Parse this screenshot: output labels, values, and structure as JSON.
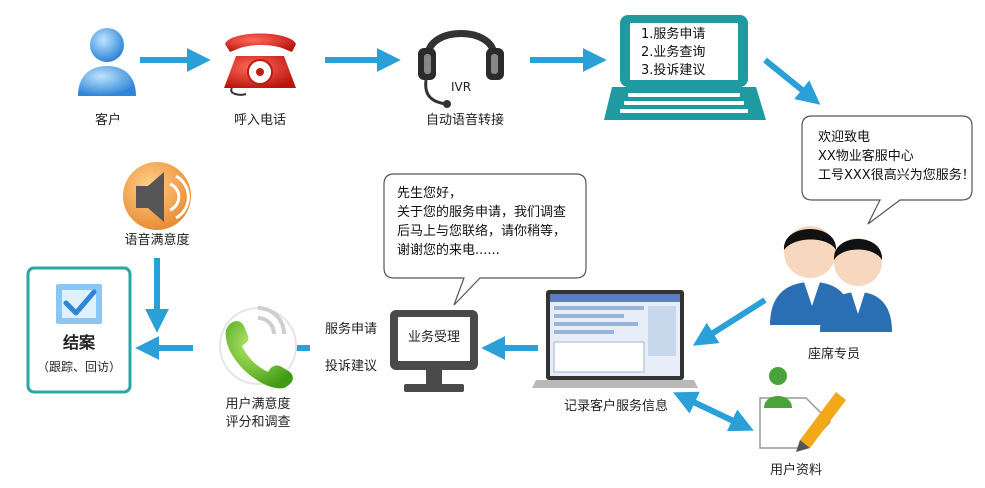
{
  "nodes": {
    "customer": "客户",
    "call": "呼入电话",
    "ivr_word": "IVR",
    "ivr": "自动语音转接",
    "menu": [
      "1.服务申请",
      "2.业务查询",
      "3.投诉建议"
    ],
    "agent_greeting": [
      "欢迎致电",
      "XX物业客服中心",
      "工号XXX很高兴为您服务！"
    ],
    "agent": "座席专员",
    "user_data": "用户资料",
    "record": "记录客户服务信息",
    "reply_bubble": [
      "先生您好，",
      "关于您的服务申请，我们调查",
      "后马上与您联络，请你稍等，",
      "谢谢您的来电......"
    ],
    "business": "业务受理",
    "service_apply": "服务申请",
    "complaint": "投诉建议",
    "satisfaction_rating": [
      "用户满意度",
      "评分和调查"
    ],
    "voice_satisfaction": "语音满意度",
    "closed": "结案",
    "closed_sub": "（跟踪、回访）"
  },
  "colors": {
    "arrow": "#2a9fd8",
    "box_border": "#27a7a7",
    "laptop": "#1e9aa0"
  }
}
